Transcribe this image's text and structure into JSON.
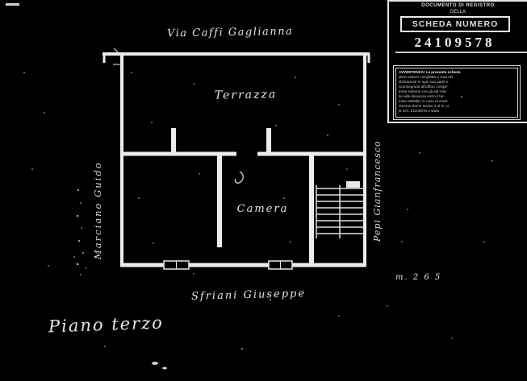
{
  "page": {
    "background_color": "#000000",
    "ink_color": "#eeeeee"
  },
  "plan": {
    "street_label": "Via Caffi Gaglianna",
    "room_labels": {
      "terrace": "Terrazza",
      "bedroom": "Camera"
    },
    "neighbor_left": "Marciano Guido",
    "neighbor_right": "Pepi Gianfrancesco",
    "neighbor_bottom": "Sfriani Giuseppe",
    "floor_title": "Piano terzo",
    "measure_note": "m. 2 6 5"
  },
  "stamp": {
    "header_line1": "DOCUMENTO DI REGISTRO",
    "header_line2": "DELLA",
    "card_label": "SCHEDA NUMERO",
    "card_number": "24109578",
    "notice_lines": [
      "AVVERTENZA! La presente scheda",
      "deve essere compilata a cura del",
      "dichiarante in ogni sua parte e",
      "riconsegnata all'ufficio compe-",
      "tente insieme con gli atti rela-",
      "tivi alla denuncia entro il ter-",
      "mine stabilito; in caso di smar-",
      "rimento darne avviso 3 al R. U.",
      "la sch. 24109578 e stata"
    ]
  }
}
